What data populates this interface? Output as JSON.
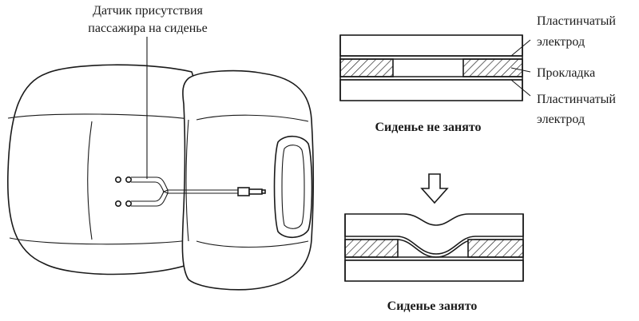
{
  "labels": {
    "sensor_line1": "Датчик присутствия",
    "sensor_line2": "пассажира на сиденье",
    "electrode_top_line1": "Пластинчатый",
    "electrode_top_line2": "электрод",
    "spacer": "Прокладка",
    "electrode_bottom_line1": "Пластинчатый",
    "electrode_bottom_line2": "электрод",
    "seat_empty": "Сиденье не занято",
    "seat_occupied": "Сиденье занято"
  }
}
